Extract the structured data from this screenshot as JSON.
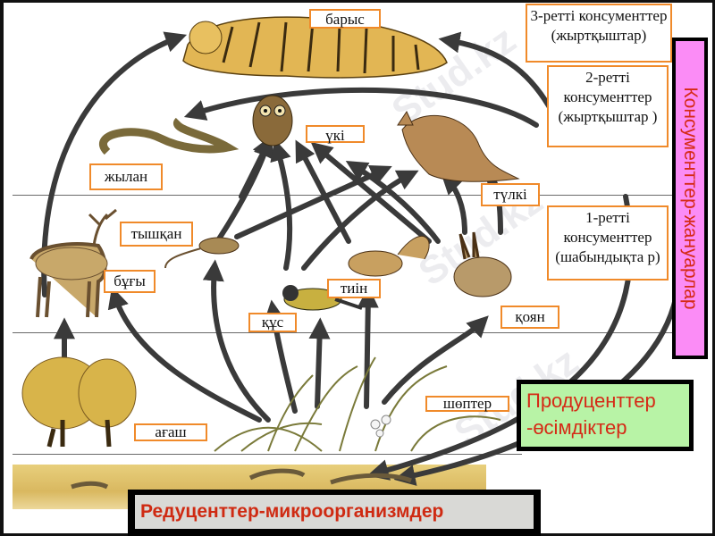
{
  "diagram": {
    "type": "food-web",
    "watermark": "Stud.kz",
    "organisms": {
      "tiger": "барыс",
      "owl": "үкі",
      "snake": "жылан",
      "fox": "түлкі",
      "mouse": "тышқан",
      "deer": "бұғы",
      "squirrel": "тиін",
      "bird": "құс",
      "hare": "қоян",
      "grass": "шөптер",
      "tree": "ағаш"
    },
    "levels": {
      "tertiary": "3-ретті консументтер (жыртқыштар)",
      "secondary": "2-ретті консументтер (жыртқыштар )",
      "primary": "1-ретті консументтер (шабындықта р)"
    },
    "groups": {
      "consumers": "Консументтер-жануарлар",
      "producers_line1": "Продуценттер",
      "producers_line2": "-өсімдіктер",
      "reducers": "Редуценттер-микроорганизмдер"
    },
    "colors": {
      "label_border": "#f08a2a",
      "group_text": "#d52a16",
      "consumers_bg": "#fb8cf6",
      "producers_bg": "#b8f3a6",
      "reducers_bg": "#d9d9d6",
      "arrow": "#3a3a3a"
    }
  }
}
